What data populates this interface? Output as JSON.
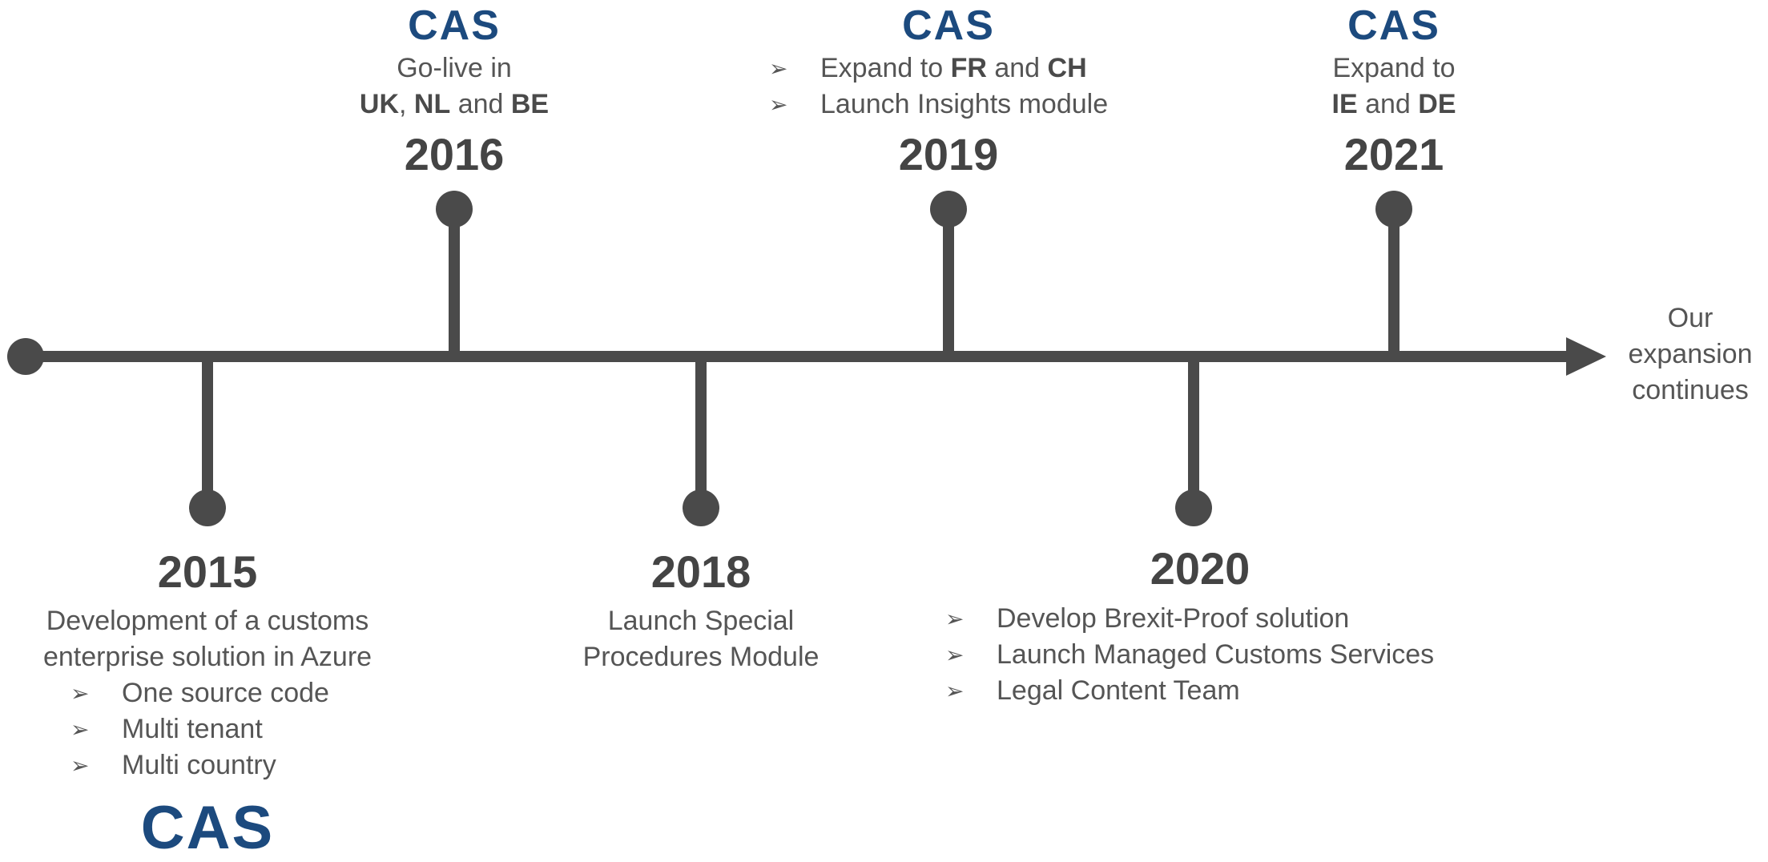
{
  "colors": {
    "line": "#4a4a4a",
    "logo": "#1c4a7e",
    "text": "#555555"
  },
  "logo_text": "CAS",
  "end_label": [
    "Our",
    "expansion",
    "continues"
  ],
  "milestones": {
    "m2015": {
      "year": "2015",
      "desc_lines": [
        "Development of a customs",
        "enterprise solution in Azure"
      ],
      "bullets": [
        "One source code",
        "Multi tenant",
        "Multi country"
      ]
    },
    "m2016": {
      "year": "2016",
      "line1": "Go-live in",
      "line2": {
        "uk": "UK",
        "comma": ",",
        "nl": "NL",
        "and": "and",
        "be": "BE"
      }
    },
    "m2018": {
      "year": "2018",
      "desc_lines": [
        "Launch Special",
        "Procedures Module"
      ]
    },
    "m2019": {
      "year": "2019",
      "b1": {
        "pre": "Expand to",
        "fr": "FR",
        "and": "and",
        "ch": "CH"
      },
      "b2": "Launch Insights module"
    },
    "m2020": {
      "year": "2020",
      "bullets": [
        "Develop Brexit-Proof solution",
        "Launch Managed  Customs Services",
        "Legal Content Team"
      ]
    },
    "m2021": {
      "year": "2021",
      "line1": "Expand to",
      "line2": {
        "ie": "IE",
        "and": "and",
        "de": "DE"
      }
    }
  }
}
